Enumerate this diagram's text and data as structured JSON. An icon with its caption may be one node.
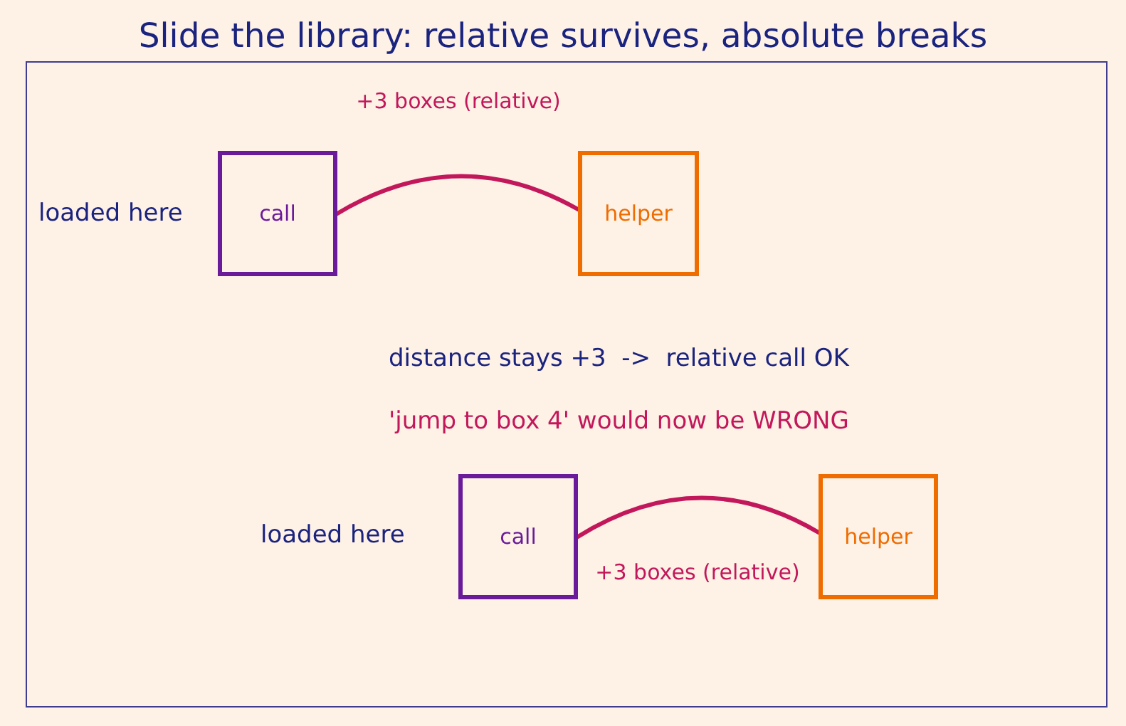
{
  "diagram": {
    "title": "Slide the library: relative survives, absolute breaks",
    "nodes": [
      {
        "text": [
          "call"
        ]
      },
      {
        "text": [
          "helper"
        ]
      },
      {
        "text": [
          "call"
        ]
      },
      {
        "text": [
          "helper"
        ]
      }
    ],
    "edges": [
      {
        "from": 0,
        "to": 1,
        "arrow": "none",
        "label": "+3 boxes (relative)"
      },
      {
        "from": 2,
        "to": 3,
        "arrow": "none",
        "label": "+3 boxes (relative)"
      }
    ],
    "labels": [
      "loaded here",
      "distance stays +3  ->  relative call OK",
      "'jump to box 4' would now be WRONG",
      "loaded here"
    ]
  }
}
